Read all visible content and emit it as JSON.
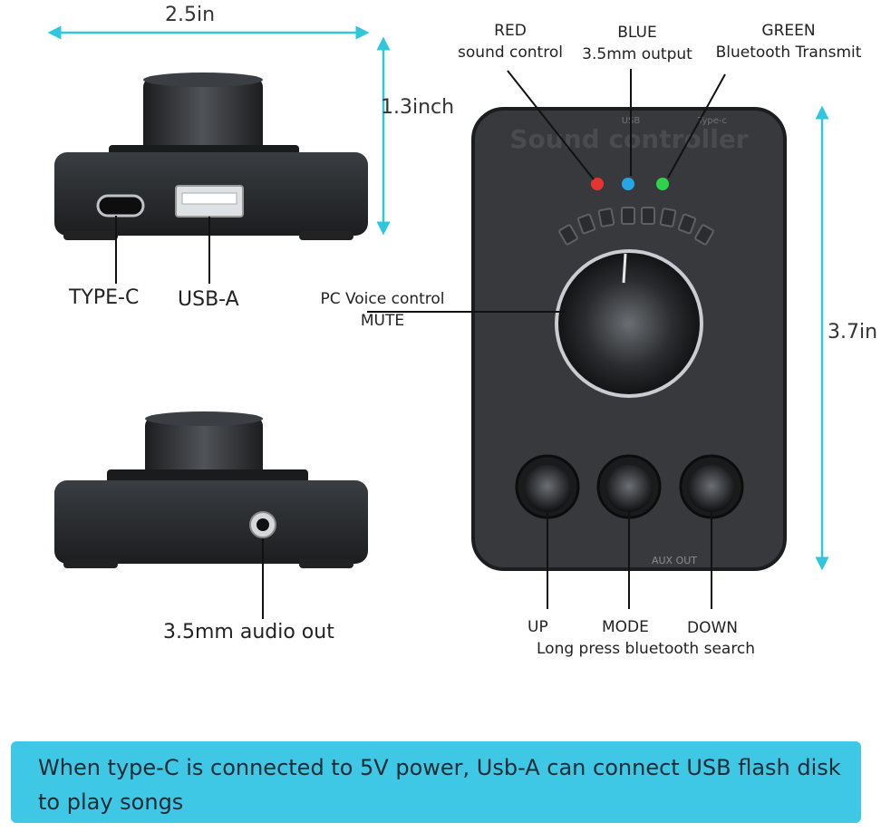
{
  "dimensions": {
    "width_label": "2.5in",
    "height_label": "1.3inch",
    "depth_label": "3.7in"
  },
  "leds": {
    "red": {
      "name": "RED",
      "desc": "sound control",
      "color": "#e8332f"
    },
    "blue": {
      "name": "BLUE",
      "desc": "3.5mm output",
      "color": "#27a6e6"
    },
    "green": {
      "name": "GREEN",
      "desc": "Bluetooth Transmit",
      "color": "#2fd34a"
    }
  },
  "device": {
    "title": "Sound controller",
    "usb_mark": "USB",
    "typec_mark": "Type-c",
    "aux_mark": "AUX OUT"
  },
  "knob": {
    "label_line1": "PC Voice control",
    "label_line2": "MUTE"
  },
  "ports": {
    "typec": "TYPE-C",
    "usba": "USB-A",
    "audio": "3.5mm audio out"
  },
  "buttons": {
    "up": "UP",
    "mode": "MODE",
    "down": "DOWN",
    "note": "Long press bluetooth search"
  },
  "banner": {
    "text": "When type-C is connected to 5V power, Usb-A can connect USB flash disk\n to play songs",
    "color": "#3ec8e6"
  }
}
